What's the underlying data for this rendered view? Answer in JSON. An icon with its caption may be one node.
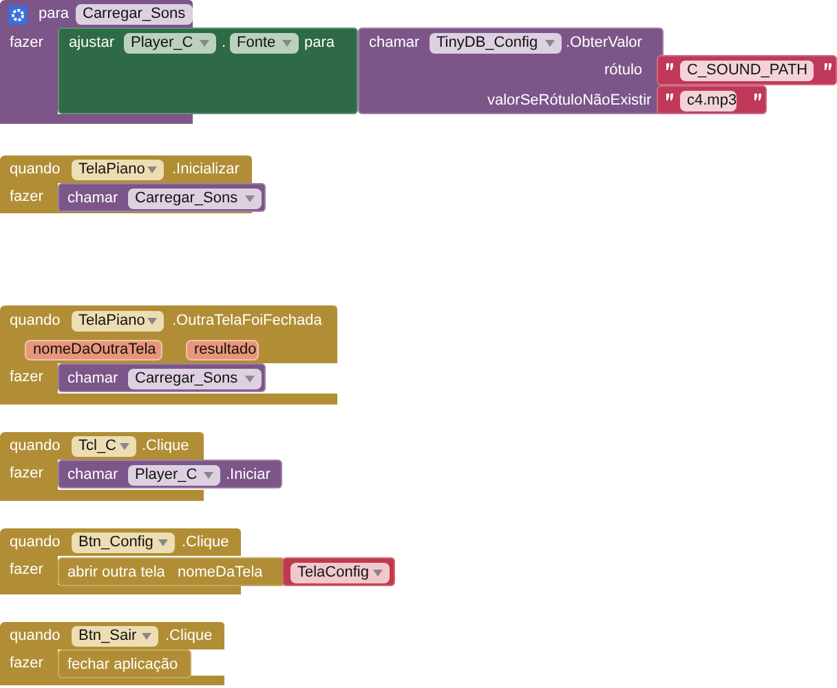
{
  "diagram": {
    "nodes": [
      {
        "text": [
          "para",
          "fazer"
        ]
      },
      {
        "text": [
          "Carregar_Sons"
        ],
        "in": 0
      },
      {
        "text": [
          "ajustar",
          ".",
          "para"
        ]
      },
      {
        "text": [
          "Player_C"
        ],
        "in": 2
      },
      {
        "text": [
          "Fonte"
        ],
        "in": 2
      },
      {
        "text": [
          "chamar",
          ".ObterValor",
          "rótulo",
          "valorSeRótuloNãoExistir"
        ]
      },
      {
        "text": [
          "TinyDB_Config"
        ],
        "in": 5
      },
      {
        "text": [
          "C_SOUND_PATH"
        ]
      },
      {
        "text": [
          "c4.mp3"
        ]
      },
      {
        "text": [
          "quando",
          ".Inicializar",
          "fazer"
        ]
      },
      {
        "text": [
          "TelaPiano"
        ],
        "in": 9
      },
      {
        "text": [
          "chamar"
        ],
        "in": 9
      },
      {
        "text": [
          "Carregar_Sons"
        ],
        "in": 11
      },
      {
        "text": [
          "quando",
          ".OutraTelaFoiFechada",
          "fazer"
        ]
      },
      {
        "text": [
          "TelaPiano"
        ],
        "in": 13
      },
      {
        "text": [
          "nomeDaOutraTela"
        ],
        "in": 13
      },
      {
        "text": [
          "resultado"
        ],
        "in": 13
      },
      {
        "text": [
          "chamar"
        ],
        "in": 13
      },
      {
        "text": [
          "Carregar_Sons"
        ],
        "in": 17
      },
      {
        "text": [
          "quando",
          ".Clique",
          "fazer"
        ]
      },
      {
        "text": [
          "Tcl_C"
        ],
        "in": 19
      },
      {
        "text": [
          "chamar",
          ".Iniciar"
        ]
      },
      {
        "text": [
          "Player_C"
        ],
        "in": 21
      },
      {
        "text": [
          "quando",
          ".Clique",
          "fazer"
        ]
      },
      {
        "text": [
          "Btn_Config"
        ],
        "in": 23
      },
      {
        "text": [
          "abrir outra tela",
          "nomeDaTela"
        ]
      },
      {
        "text": [
          "TelaConfig"
        ]
      },
      {
        "text": [
          "quando",
          ".Clique",
          "fazer"
        ]
      },
      {
        "text": [
          "Btn_Sair"
        ],
        "in": 27
      },
      {
        "text": [
          "fechar aplicação"
        ],
        "in": 27
      }
    ]
  }
}
